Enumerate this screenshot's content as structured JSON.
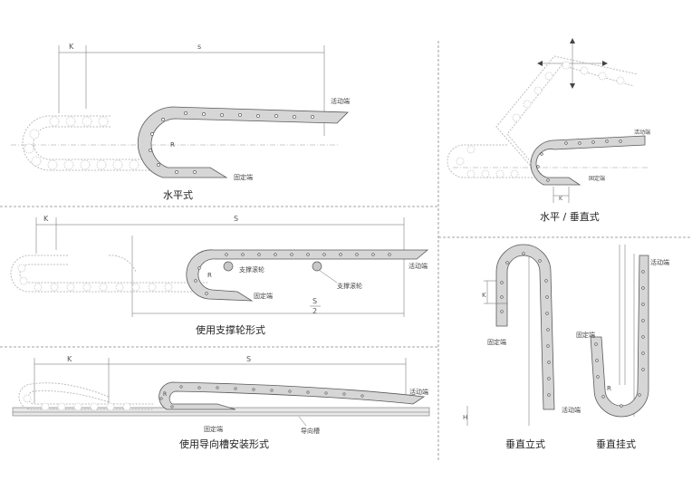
{
  "panels": {
    "horizontal": {
      "caption": "水平式",
      "dim_k": "K",
      "dim_s": "s",
      "moving_end": "活动端",
      "fixed_end": "固定端",
      "radius": "R"
    },
    "horizontal_vertical": {
      "caption": "水平 / 垂直式",
      "moving_end": "活动端",
      "fixed_end": "固定端",
      "dim_k": "K"
    },
    "support_roller": {
      "caption": "使用支撑轮形式",
      "dim_k": "K",
      "dim_s": "S",
      "half_s_top": "S",
      "half_s_bottom": "2",
      "roller_left": "支撑滚轮",
      "roller_right": "支撑滚轮",
      "moving_end": "活动端",
      "fixed_end": "固定端",
      "radius": "R"
    },
    "vertical_standing": {
      "caption": "垂直立式",
      "dim_k": "K",
      "fixed_end": "固定端",
      "moving_end": "活动端",
      "height": "H"
    },
    "vertical_hanging": {
      "caption": "垂直挂式",
      "moving_end": "活动端",
      "fixed_end": "固定端",
      "radius": "R"
    },
    "guide_trough": {
      "caption": "使用导向槽安装形式",
      "dim_k": "K",
      "dim_s": "S",
      "moving_end": "活动端",
      "fixed_end": "固定端",
      "trough": "导向槽",
      "radius": "R"
    }
  },
  "colors": {
    "chain_fill": "#d6d6d6",
    "chain_stroke": "#5a5a5a",
    "ghost": "#c4c4c4",
    "divider": "#888888"
  }
}
